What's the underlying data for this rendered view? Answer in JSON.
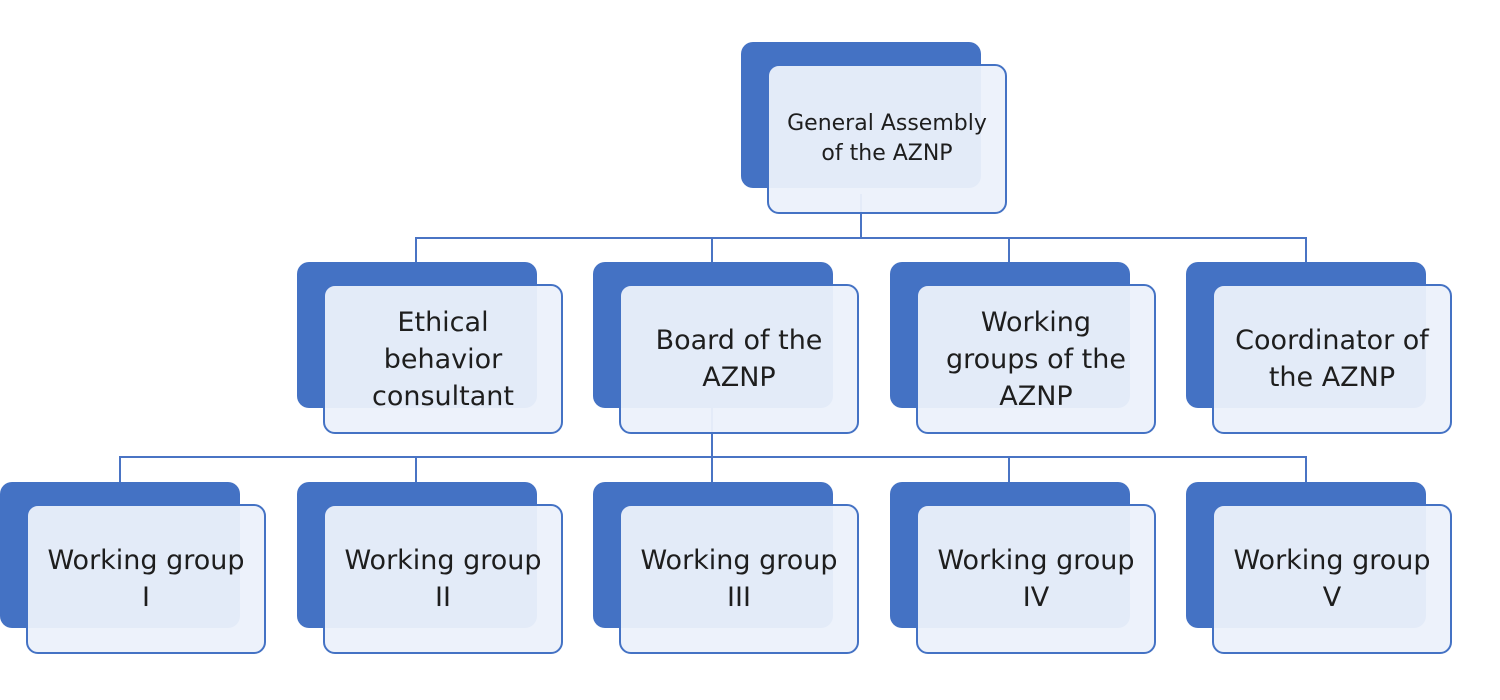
{
  "diagram": {
    "type": "org-chart",
    "accent_color": "#4472c4",
    "root": {
      "label": "General Assembly\nof the AZNP"
    },
    "level1": [
      {
        "label": "Ethical\nbehavior\nconsultant"
      },
      {
        "label": "Board of the\nAZNP"
      },
      {
        "label": "Working\ngroups of the\nAZNP"
      },
      {
        "label": "Coordinator of\nthe AZNP"
      }
    ],
    "level2": [
      {
        "label": "Working group\nI"
      },
      {
        "label": "Working group\nII"
      },
      {
        "label": "Working group\nIII"
      },
      {
        "label": "Working group\nIV"
      },
      {
        "label": "Working group\nV"
      }
    ]
  }
}
